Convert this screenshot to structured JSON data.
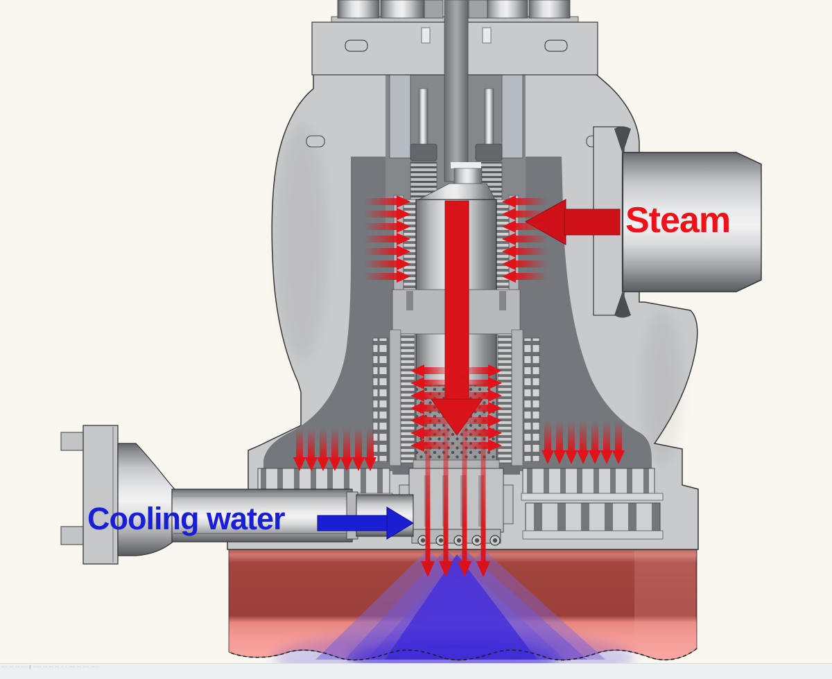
{
  "labels": {
    "steam": "Steam",
    "cooling_water": "Cooling water"
  },
  "footer": {
    "illegible_text": "··· ·· ·· ··· | ···· ·· ·· ·· · · ··· ·· ··· ····"
  },
  "colors": {
    "background": "#FAF7EF",
    "steam_arrow_red": "#D8141A",
    "steam_label_red": "#EE1118",
    "cooling_water_blue": "#1B1FD4",
    "valve_body_gray": "#C9CACC",
    "inner_chamber_gray": "#74777B",
    "downstream_dark_red": "#A4453F",
    "downstream_pink": "#F8A5A0",
    "spray_cone_purple": "#4430D8",
    "footer_strip": "#EDF0F2"
  },
  "flow_annotations": {
    "steam_inlet_direction": "left",
    "cooling_water_direction": "right",
    "upper_cage_arrows_per_side": 7,
    "lower_cage_arrows_per_side": 7,
    "outlet_liner_arrows_per_side": 7,
    "spray_nozzle_arrows": 4
  }
}
